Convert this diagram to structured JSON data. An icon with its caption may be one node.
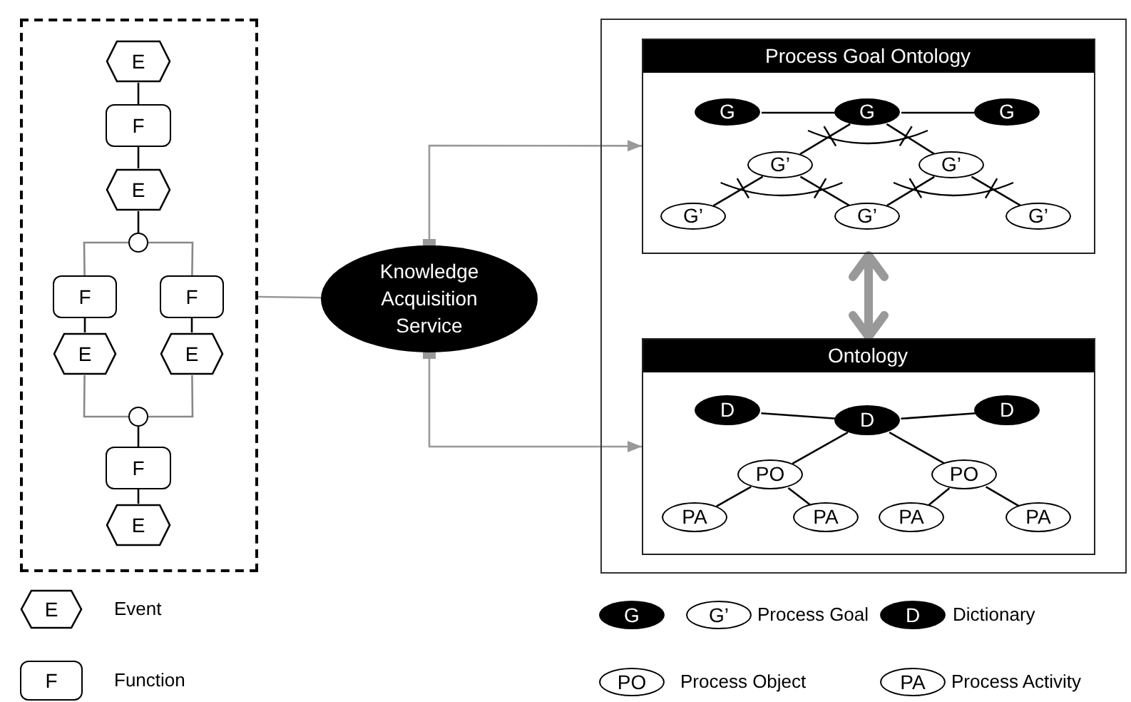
{
  "diagram": {
    "nodes": [
      {
        "text": [],
        "shape": "box"
      },
      {
        "text": [
          "E"
        ],
        "in": 0
      },
      {
        "text": [
          "F"
        ],
        "in": 0
      },
      {
        "text": [
          "E"
        ],
        "in": 0
      },
      {
        "text": [],
        "shape": "circle",
        "in": 0
      },
      {
        "text": [
          "F"
        ],
        "in": 0
      },
      {
        "text": [
          "F"
        ],
        "in": 0
      },
      {
        "text": [
          "E"
        ],
        "in": 0
      },
      {
        "text": [
          "E"
        ],
        "in": 0
      },
      {
        "text": [],
        "shape": "circle",
        "in": 0
      },
      {
        "text": [
          "F"
        ],
        "in": 0
      },
      {
        "text": [
          "E"
        ],
        "in": 0
      },
      {
        "text": [
          "Knowledge Acquisition Service"
        ]
      },
      {
        "text": [],
        "shape": "box"
      },
      {
        "text": [
          "Process Goal Ontology"
        ],
        "in": 13
      },
      {
        "text": [
          "G"
        ],
        "in": 14
      },
      {
        "text": [
          "G"
        ],
        "in": 14
      },
      {
        "text": [
          "G"
        ],
        "in": 14
      },
      {
        "text": [
          "G’"
        ],
        "in": 14
      },
      {
        "text": [
          "G’"
        ],
        "in": 14
      },
      {
        "text": [
          "G’"
        ],
        "in": 14
      },
      {
        "text": [
          "G’"
        ],
        "in": 14
      },
      {
        "text": [
          "G’"
        ],
        "in": 14
      },
      {
        "text": [
          "Ontology"
        ],
        "in": 13
      },
      {
        "text": [
          "D"
        ],
        "in": 23
      },
      {
        "text": [
          "D"
        ],
        "in": 23
      },
      {
        "text": [
          "D"
        ],
        "in": 23
      },
      {
        "text": [
          "PO"
        ],
        "in": 23
      },
      {
        "text": [
          "PO"
        ],
        "in": 23
      },
      {
        "text": [
          "PA"
        ],
        "in": 23
      },
      {
        "text": [
          "PA"
        ],
        "in": 23
      },
      {
        "text": [
          "PA"
        ],
        "in": 23
      },
      {
        "text": [
          "PA"
        ],
        "in": 23
      }
    ],
    "edges": [
      {
        "from": 1,
        "to": 2,
        "arrow": "none"
      },
      {
        "from": 2,
        "to": 3,
        "arrow": "none"
      },
      {
        "from": 3,
        "to": 4,
        "arrow": "none"
      },
      {
        "from": 4,
        "to": 5,
        "arrow": "none",
        "color": "#888888"
      },
      {
        "from": 4,
        "to": 6,
        "arrow": "none",
        "color": "#888888"
      },
      {
        "from": 5,
        "to": 7,
        "arrow": "none"
      },
      {
        "from": 6,
        "to": 8,
        "arrow": "none"
      },
      {
        "from": 7,
        "to": 9,
        "arrow": "none",
        "color": "#888888"
      },
      {
        "from": 8,
        "to": 9,
        "arrow": "none",
        "color": "#888888"
      },
      {
        "from": 9,
        "to": 10,
        "arrow": "none"
      },
      {
        "from": 10,
        "to": 11,
        "arrow": "none"
      },
      {
        "from": 0,
        "to": 12,
        "arrow": "none",
        "color": "#999999"
      },
      {
        "from": 12,
        "to": 14,
        "arrow": "to",
        "color": "#999999"
      },
      {
        "from": 12,
        "to": 23,
        "arrow": "to",
        "color": "#999999"
      },
      {
        "from": 14,
        "to": 23,
        "arrow": "both",
        "style": "thick",
        "color": "#999999"
      },
      {
        "from": 15,
        "to": 16,
        "arrow": "none"
      },
      {
        "from": 16,
        "to": 17,
        "arrow": "none"
      },
      {
        "from": 16,
        "to": 18,
        "arrow": "none"
      },
      {
        "from": 16,
        "to": 19,
        "arrow": "none"
      },
      {
        "from": 18,
        "to": 20,
        "arrow": "none"
      },
      {
        "from": 18,
        "to": 21,
        "arrow": "none"
      },
      {
        "from": 19,
        "to": 21,
        "arrow": "none"
      },
      {
        "from": 19,
        "to": 22,
        "arrow": "none"
      },
      {
        "from": 24,
        "to": 25,
        "arrow": "none"
      },
      {
        "from": 25,
        "to": 26,
        "arrow": "none"
      },
      {
        "from": 25,
        "to": 27,
        "arrow": "none"
      },
      {
        "from": 25,
        "to": 28,
        "arrow": "none"
      },
      {
        "from": 27,
        "to": 29,
        "arrow": "none"
      },
      {
        "from": 27,
        "to": 30,
        "arrow": "none"
      },
      {
        "from": 28,
        "to": 31,
        "arrow": "none"
      },
      {
        "from": 28,
        "to": 32,
        "arrow": "none"
      }
    ],
    "labels": [
      "E",
      "F",
      "G",
      "G’",
      "D",
      "PO",
      "PA"
    ],
    "legend": [
      {
        "text": "Event"
      },
      {
        "text": "Function"
      },
      {
        "text": "Process Goal"
      },
      {
        "text": "Dictionary"
      },
      {
        "text": "Process Object"
      },
      {
        "text": "Process Activity"
      }
    ]
  }
}
